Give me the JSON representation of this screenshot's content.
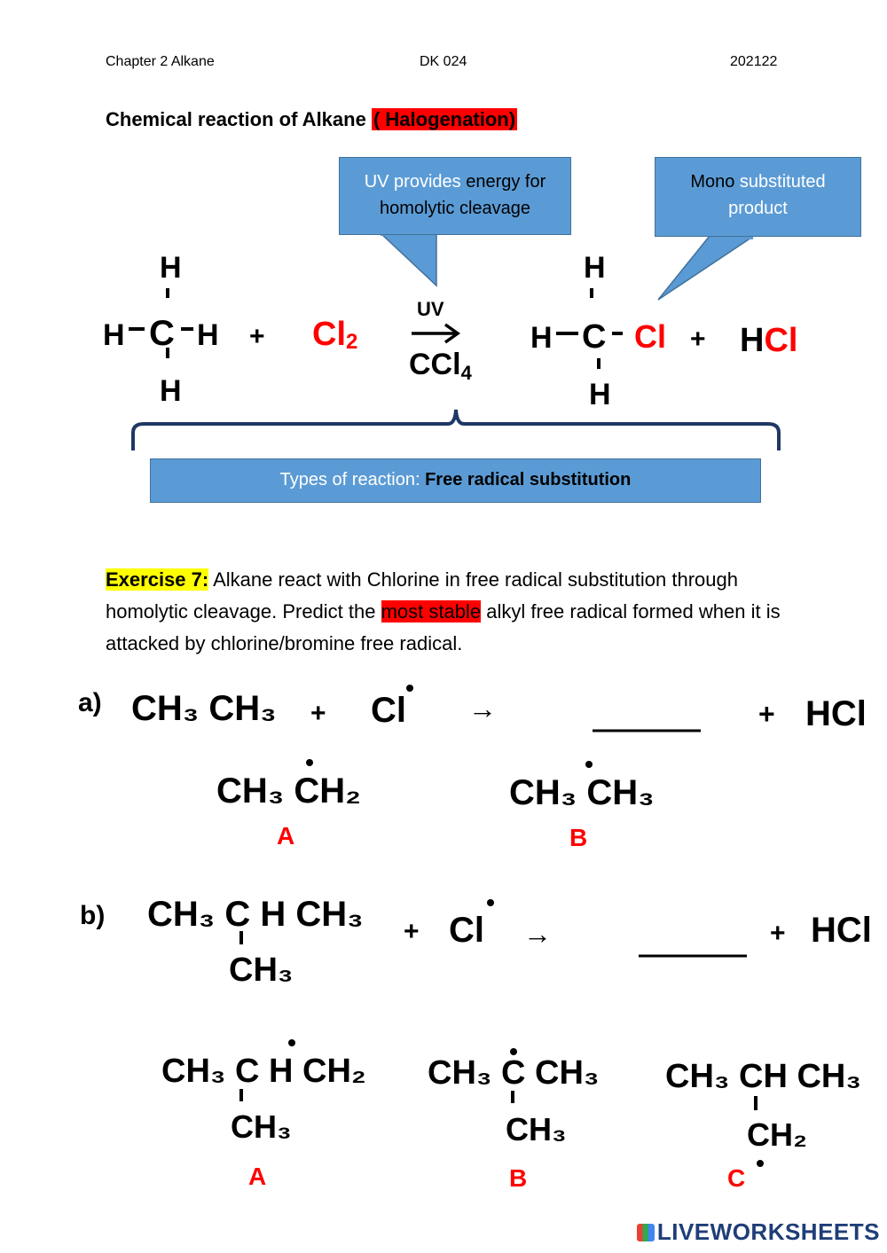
{
  "header": {
    "left": "Chapter 2 Alkane",
    "center": "DK 024",
    "right": "202122"
  },
  "title": {
    "main": "Chemical reaction of Alkane",
    "highlight": "( Halogenation)"
  },
  "callouts": {
    "uv": {
      "part1": "UV provides",
      "part2": "energy for",
      "part3": "homolytic cleavage"
    },
    "product": {
      "part1": "Mono",
      "part2": "substituted",
      "part3": "product"
    }
  },
  "reaction": {
    "reactant_h": "H",
    "reactant_c": "C",
    "plus1": "+",
    "cl2": "Cl",
    "cl2_sub": "2",
    "arrow_top": "UV",
    "arrow_bottom": "CCl",
    "arrow_bottom_sub": "4",
    "prod_c": "C",
    "prod_cl": "Cl",
    "plus2": "+",
    "hcl_h": "H",
    "hcl_cl": "Cl"
  },
  "reaction_type": {
    "label": "Types of reaction:",
    "value": "Free radical substitution"
  },
  "exercise": {
    "label": "Exercise 7:",
    "text1": " Alkane react with Chlorine in free radical substitution through homolytic cleavage. Predict the ",
    "highlight": "most stable",
    "text2": " alkyl free radical formed when it is attacked by chlorine/bromine free radical."
  },
  "part_a": {
    "label": "a)",
    "reactant": "CH₃ CH₃",
    "plus": "+",
    "cl": "Cl",
    "arrow": "→",
    "plus2": "+",
    "product": "HCl",
    "options": [
      {
        "formula": "CH₃ CH₂",
        "letter": "A"
      },
      {
        "formula": "CH₃ CH₃",
        "letter": "B"
      }
    ]
  },
  "part_b": {
    "label": "b)",
    "reactant_top": "CH₃ C H  CH₃",
    "reactant_branch": "CH₃",
    "plus": "+",
    "cl": "Cl",
    "arrow": "→",
    "plus2": "+",
    "product": "HCl",
    "options": [
      {
        "top": "CH₃ C H CH₂",
        "branch": "CH₃",
        "letter": "A"
      },
      {
        "top": "CH₃ C CH₃",
        "branch": "CH₃",
        "letter": "B"
      },
      {
        "top": "CH₃ CH CH₃",
        "branch": "CH₂",
        "letter": "C"
      }
    ]
  },
  "brand": {
    "text": "LIVEWORKSHEETS"
  },
  "colors": {
    "callout_fill": "#5b9bd5",
    "highlight_red": "#ff0000",
    "highlight_yellow": "#ffff00",
    "brace": "#1f3864"
  }
}
